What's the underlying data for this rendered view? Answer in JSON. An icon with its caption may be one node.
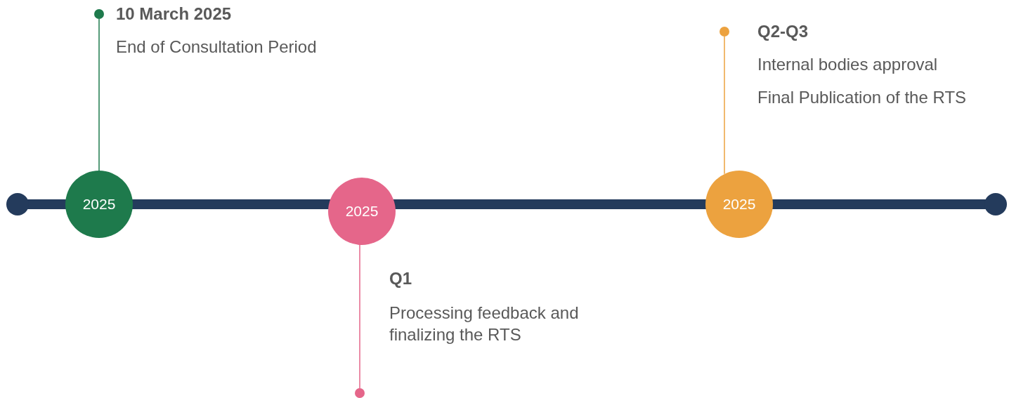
{
  "diagram": {
    "nodes": [
      {
        "text": [
          "2025"
        ]
      },
      {
        "text": [
          "2025"
        ]
      },
      {
        "text": [
          "2025"
        ]
      },
      {
        "text": [],
        "shape": "circle",
        "beside": [
          "10 March 2025",
          "End of Consultation Period"
        ]
      },
      {
        "text": [],
        "shape": "circle",
        "beside": [
          "Q1",
          "Processing feedback and finalizing the RTS"
        ]
      },
      {
        "text": [],
        "shape": "circle",
        "beside": [
          "Q2-Q3",
          "Internal bodies approval",
          "Final Publication of the RTS"
        ]
      }
    ],
    "edges": [
      {
        "from": 0,
        "to": 3,
        "arrow": "none",
        "color": "#1e7a4c"
      },
      {
        "from": 1,
        "to": 4,
        "arrow": "none",
        "color": "#e5668a"
      },
      {
        "from": 2,
        "to": 5,
        "arrow": "none",
        "color": "#eca23f"
      }
    ]
  }
}
